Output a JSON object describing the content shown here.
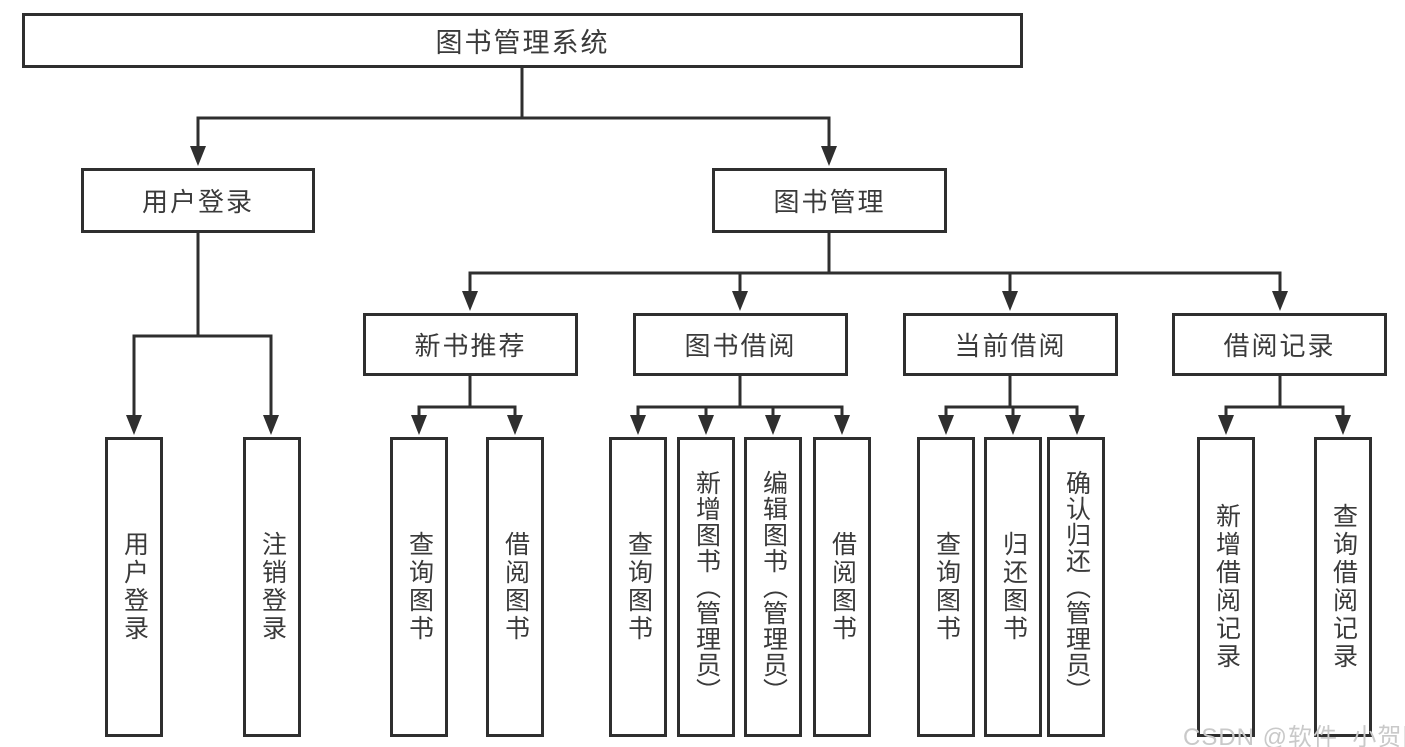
{
  "diagram": {
    "title": "图书管理系统",
    "level2": [
      {
        "id": "user-login",
        "label": "用户登录",
        "children": [
          "用户登录",
          "注销登录"
        ]
      },
      {
        "id": "book-management",
        "label": "图书管理",
        "sections": [
          {
            "label": "新书推荐",
            "children": [
              "查询图书",
              "借阅图书"
            ]
          },
          {
            "label": "图书借阅",
            "children": [
              "查询图书",
              "新增图书（管理员）",
              "编辑图书（管理员）",
              "借阅图书"
            ]
          },
          {
            "label": "当前借阅",
            "children": [
              "查询图书",
              "归还图书",
              "确认归还（管理员）"
            ]
          },
          {
            "label": "借阅记录",
            "children": [
              "新增借阅记录",
              "查询借阅记录"
            ]
          }
        ]
      }
    ]
  },
  "watermark": {
    "text": "CSDN @软件_小贺同学",
    "color": "#c9c9c9"
  },
  "colors": {
    "line": "#2f2f2f",
    "text": "#3a3a3a",
    "background": "#ffffff"
  }
}
